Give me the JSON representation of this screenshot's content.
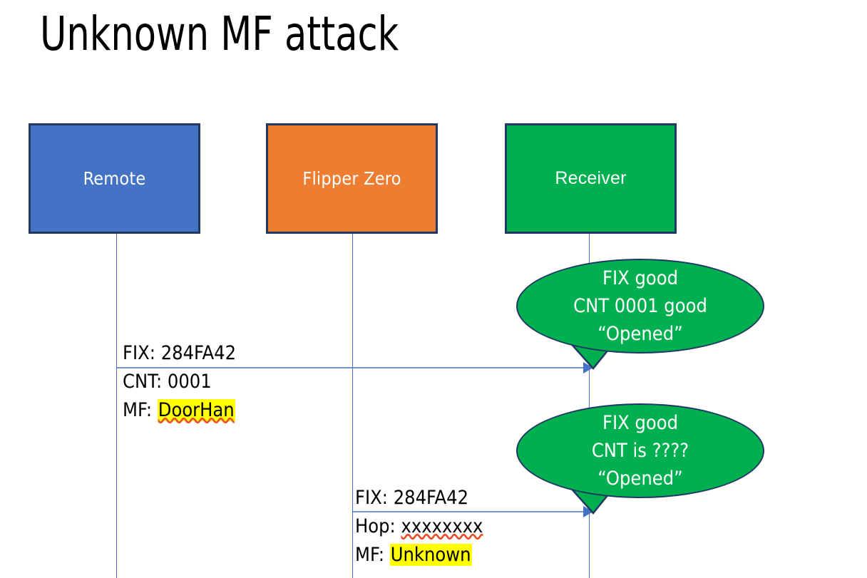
{
  "slide": {
    "title": "Unknown MF attack",
    "background_color": "#FFFFFF"
  },
  "colors": {
    "remote_fill": "#4472C4",
    "flipper_fill": "#ED7D31",
    "receiver_fill": "#00B050",
    "box_border": "#1F3864",
    "lifeline": "#4472C4",
    "arrow": "#4472C4",
    "highlight": "#FFFF00",
    "spellcheck_underline": "#E8502A",
    "box_text": "#FFFFFF",
    "body_text": "#000000"
  },
  "actors": [
    {
      "id": "remote",
      "label": "Remote"
    },
    {
      "id": "flipper",
      "label": "Flipper Zero"
    },
    {
      "id": "receiver",
      "label": "Receiver"
    }
  ],
  "messages": [
    {
      "id": "msg-remote-to-receiver",
      "from": "remote",
      "to": "receiver",
      "lines": [
        {
          "label": "FIX:",
          "value": "284FA42",
          "highlight": false,
          "spellcheck": false
        },
        {
          "label": "CNT:",
          "value": "0001",
          "highlight": false,
          "spellcheck": false
        },
        {
          "label": "MF:",
          "value": "DoorHan",
          "highlight": true,
          "spellcheck": true
        }
      ]
    },
    {
      "id": "msg-flipper-to-receiver",
      "from": "flipper",
      "to": "receiver",
      "lines": [
        {
          "label": "FIX:",
          "value": "284FA42",
          "highlight": false,
          "spellcheck": false
        },
        {
          "label": "Hop:",
          "value": "xxxxxxxx",
          "highlight": false,
          "spellcheck": true
        },
        {
          "label": "MF:",
          "value": "Unknown",
          "highlight": true,
          "spellcheck": false
        }
      ]
    }
  ],
  "bubbles": [
    {
      "id": "bubble-fix-good-cnt-0001",
      "lines": [
        "FIX good",
        "CNT 0001 good",
        "“Opened”"
      ]
    },
    {
      "id": "bubble-fix-good-cnt-unknown",
      "lines": [
        "FIX good",
        "CNT is ????",
        "“Opened”"
      ]
    }
  ]
}
